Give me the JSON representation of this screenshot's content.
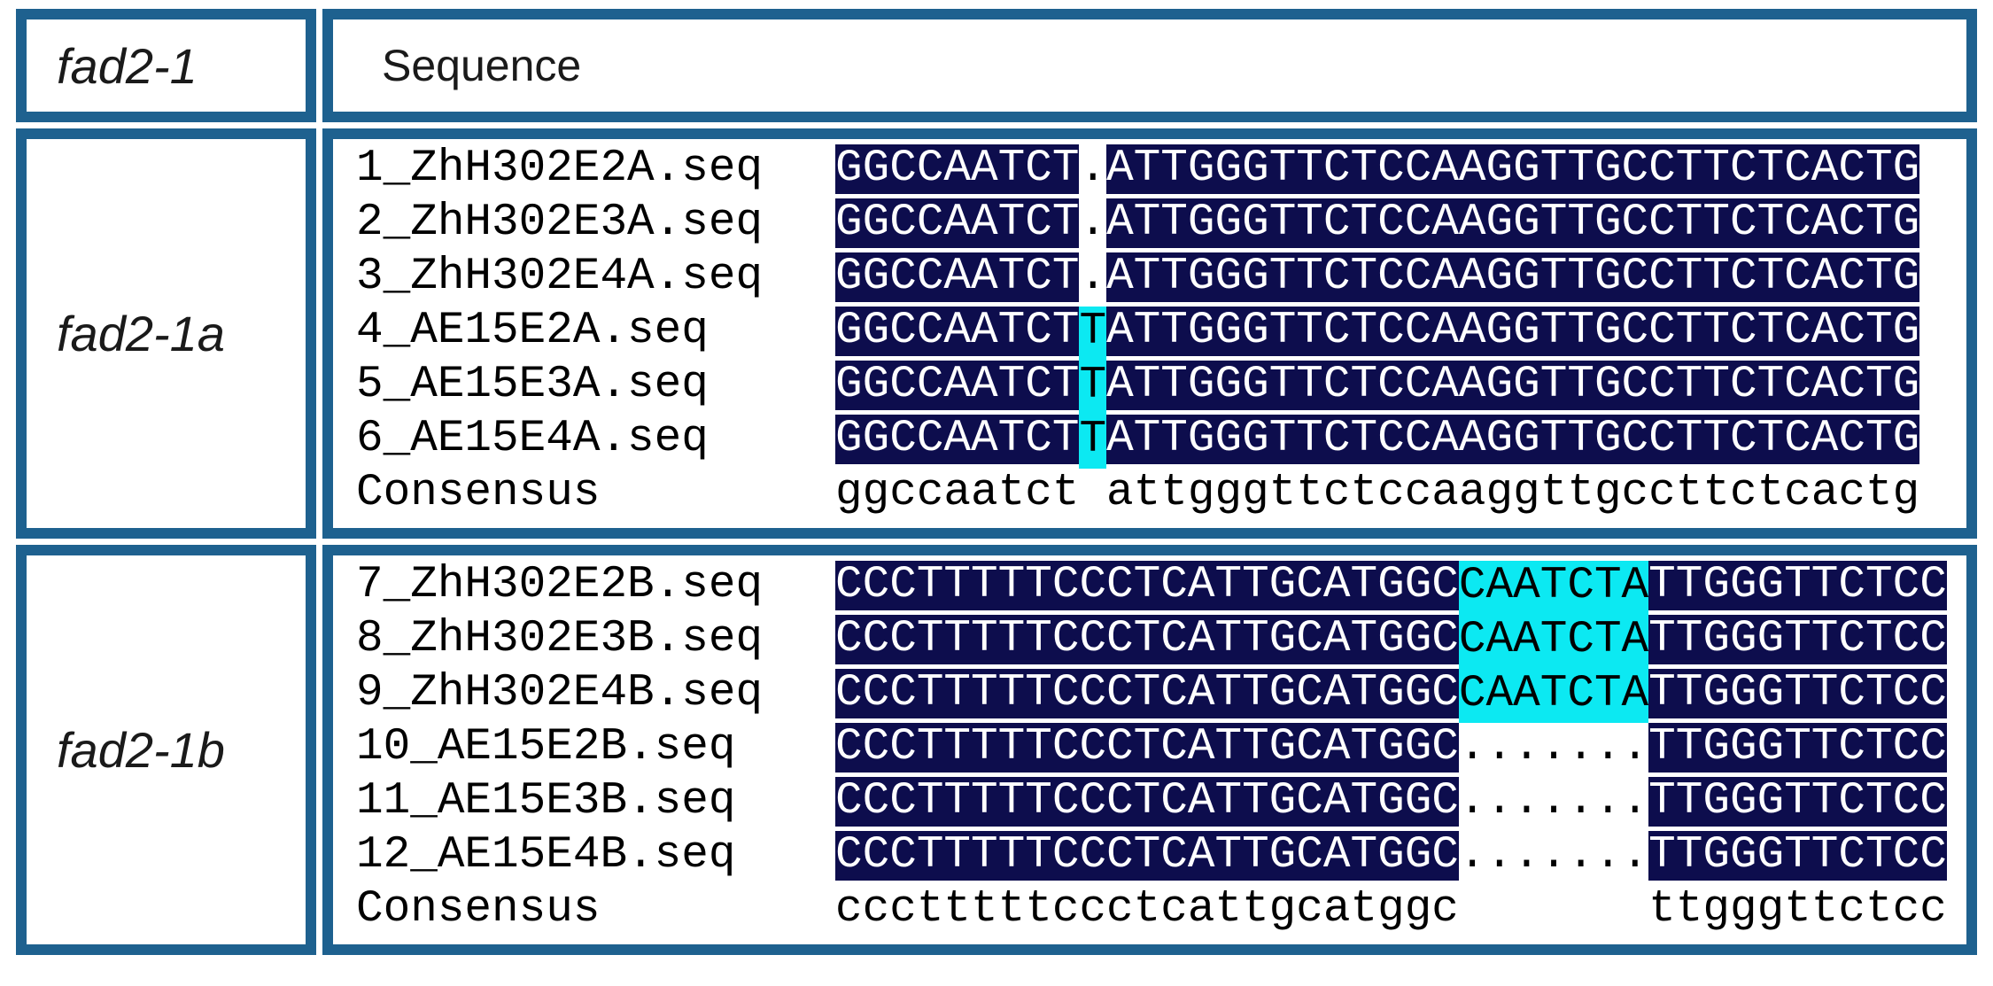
{
  "header": {
    "gene": "fad2-1",
    "sequence_label": "Sequence"
  },
  "colors": {
    "frame": "#1e618f",
    "match_bg": "#0d0d4d",
    "match_text": "#ffffff",
    "highlight_bg": "#0ce9f2",
    "highlight_text": "#000000",
    "plain_text": "#000000"
  },
  "sections": [
    {
      "gene": "fad2-1a",
      "rows": [
        {
          "name": "1_ZhH302E2A.seq",
          "segments": [
            {
              "style": "dark",
              "text": "GGCCAATCT"
            },
            {
              "style": "plain",
              "text": "."
            },
            {
              "style": "dark",
              "text": "ATTGGGTTCTCCAAGGTTGCCTTCTCACTG"
            }
          ]
        },
        {
          "name": "2_ZhH302E3A.seq",
          "segments": [
            {
              "style": "dark",
              "text": "GGCCAATCT"
            },
            {
              "style": "plain",
              "text": "."
            },
            {
              "style": "dark",
              "text": "ATTGGGTTCTCCAAGGTTGCCTTCTCACTG"
            }
          ]
        },
        {
          "name": "3_ZhH302E4A.seq",
          "segments": [
            {
              "style": "dark",
              "text": "GGCCAATCT"
            },
            {
              "style": "plain",
              "text": "."
            },
            {
              "style": "dark",
              "text": "ATTGGGTTCTCCAAGGTTGCCTTCTCACTG"
            }
          ]
        },
        {
          "name": "4_AE15E2A.seq",
          "segments": [
            {
              "style": "dark",
              "text": "GGCCAATCT"
            },
            {
              "style": "cyan",
              "text": "T"
            },
            {
              "style": "dark",
              "text": "ATTGGGTTCTCCAAGGTTGCCTTCTCACTG"
            }
          ]
        },
        {
          "name": "5_AE15E3A.seq",
          "segments": [
            {
              "style": "dark",
              "text": "GGCCAATCT"
            },
            {
              "style": "cyan",
              "text": "T"
            },
            {
              "style": "dark",
              "text": "ATTGGGTTCTCCAAGGTTGCCTTCTCACTG"
            }
          ]
        },
        {
          "name": "6_AE15E4A.seq",
          "segments": [
            {
              "style": "dark",
              "text": "GGCCAATCT"
            },
            {
              "style": "cyan",
              "text": "T"
            },
            {
              "style": "dark",
              "text": "ATTGGGTTCTCCAAGGTTGCCTTCTCACTG"
            }
          ]
        }
      ],
      "consensus": {
        "name": "Consensus",
        "text": "ggccaatct attgggttctccaaggttgccttctcactg"
      }
    },
    {
      "gene": "fad2-1b",
      "rows": [
        {
          "name": "7_ZhH302E2B.seq",
          "segments": [
            {
              "style": "dark",
              "text": "CCCTTTTTCCCTCATTGCATGGC"
            },
            {
              "style": "cyan",
              "text": "CAATCTA"
            },
            {
              "style": "dark",
              "text": "TTGGGTTCTCC"
            }
          ]
        },
        {
          "name": "8_ZhH302E3B.seq",
          "segments": [
            {
              "style": "dark",
              "text": "CCCTTTTTCCCTCATTGCATGGC"
            },
            {
              "style": "cyan",
              "text": "CAATCTA"
            },
            {
              "style": "dark",
              "text": "TTGGGTTCTCC"
            }
          ]
        },
        {
          "name": "9_ZhH302E4B.seq",
          "segments": [
            {
              "style": "dark",
              "text": "CCCTTTTTCCCTCATTGCATGGC"
            },
            {
              "style": "cyan",
              "text": "CAATCTA"
            },
            {
              "style": "dark",
              "text": "TTGGGTTCTCC"
            }
          ]
        },
        {
          "name": "10_AE15E2B.seq",
          "segments": [
            {
              "style": "dark",
              "text": "CCCTTTTTCCCTCATTGCATGGC"
            },
            {
              "style": "plain",
              "text": "......."
            },
            {
              "style": "dark",
              "text": "TTGGGTTCTCC"
            }
          ]
        },
        {
          "name": "11_AE15E3B.seq",
          "segments": [
            {
              "style": "dark",
              "text": "CCCTTTTTCCCTCATTGCATGGC"
            },
            {
              "style": "plain",
              "text": "......."
            },
            {
              "style": "dark",
              "text": "TTGGGTTCTCC"
            }
          ]
        },
        {
          "name": "12_AE15E4B.seq",
          "segments": [
            {
              "style": "dark",
              "text": "CCCTTTTTCCCTCATTGCATGGC"
            },
            {
              "style": "plain",
              "text": "......."
            },
            {
              "style": "dark",
              "text": "TTGGGTTCTCC"
            }
          ]
        }
      ],
      "consensus": {
        "name": "Consensus",
        "text": "ccctttttccctcattgcatggc       ttgggttctcc"
      }
    }
  ]
}
